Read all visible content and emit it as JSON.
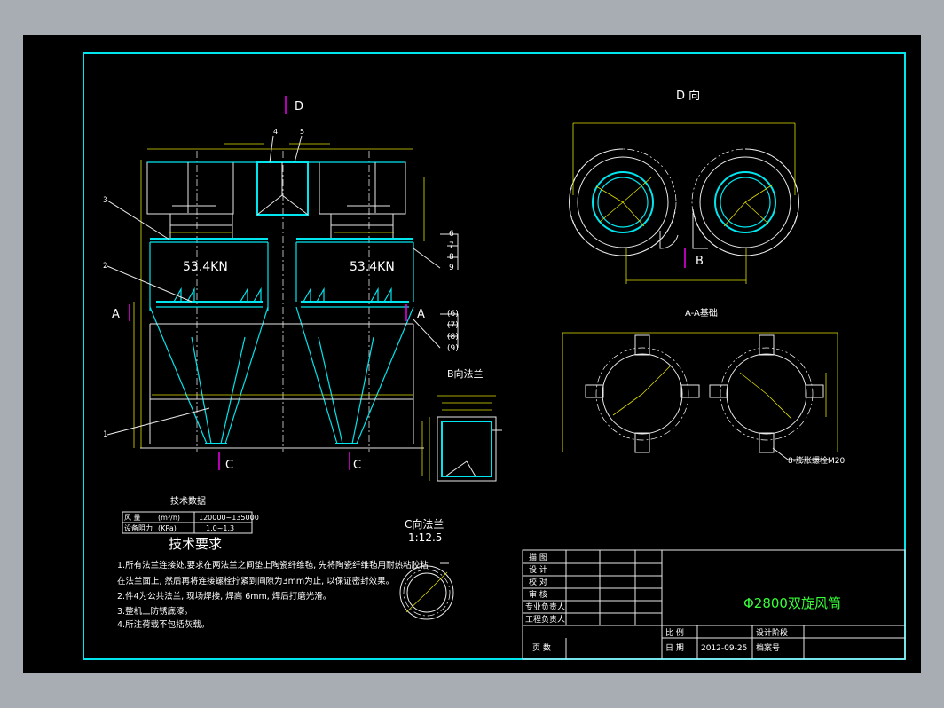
{
  "view_labels": {
    "d_arrow": "D",
    "c_left": "C",
    "c_right": "C",
    "a_left": "A",
    "a_right": "A",
    "b_arrow": "B",
    "d_view": "D 向",
    "aa_base": "A-A基础",
    "b_flange": "B向法兰",
    "c_flange": "C向法兰",
    "c_flange_scale": "1:12.5"
  },
  "loads": {
    "left": "53.4KN",
    "right": "53.4KN"
  },
  "part_numbers": {
    "top": [
      "4",
      "5"
    ],
    "left": [
      "3",
      "2",
      "1"
    ],
    "right_plain": [
      "6",
      "7",
      "8",
      "9"
    ],
    "right_paren": [
      "(6)",
      "(7)",
      "(8)",
      "(9)"
    ]
  },
  "anchor_note": "8-膨胀螺栓M20",
  "tech_data": {
    "title": "技术数据",
    "rows": [
      {
        "name": "风  量",
        "unit": "(m³/h)",
        "value": "120000~135000"
      },
      {
        "name": "设备阻力",
        "unit": "(KPa)",
        "value": "1.0~1.3"
      }
    ]
  },
  "tech_req": {
    "title": "技术要求",
    "lines": [
      "1.所有法兰连接处,要求在两法兰之间垫上陶瓷纤维毡, 先将陶瓷纤维毡用耐热粘胶粘",
      "  在法兰面上, 然后再将连接螺栓拧紧到间隙为3mm为止, 以保证密封效果。",
      "2.件4为公共法兰, 现场焊接, 焊高 6mm, 焊后打磨光滑。",
      "3.整机上防锈底漆。",
      "4.所注荷载不包括灰载。"
    ]
  },
  "title_block": {
    "roles": [
      "描 图",
      "设 计",
      "校 对",
      "审 核",
      "专业负责人",
      "工程负责人",
      "页 数"
    ],
    "drawing_name": "Φ2800双旋风筒",
    "scale_label": "比 例",
    "date_label": "日 期",
    "date_value": "2012-09-25",
    "stage_label": "设计阶段",
    "archive_label": "档案号"
  },
  "colors": {
    "frame": "#00e5ee",
    "dimension": "#e0e000",
    "section_mark": "#ff00ff",
    "title": "#38ff38"
  }
}
